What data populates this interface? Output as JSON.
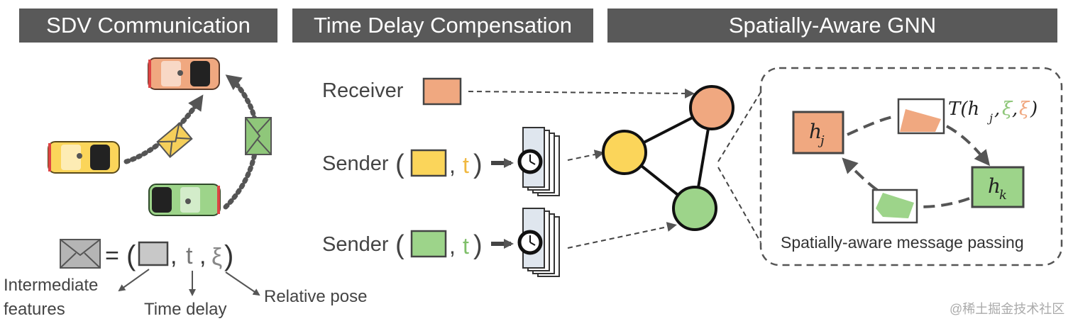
{
  "headers": {
    "sdv": "SDV Communication",
    "tdc": "Time Delay Compensation",
    "gnn": "Spatially-Aware GNN"
  },
  "legend": {
    "equals": "=",
    "open_paren": "(",
    "close_paren": ")",
    "comma": ",",
    "t": "t",
    "xi": "ξ",
    "features_label_line1": "Intermediate",
    "features_label_line2": "features",
    "time_label": "Time delay",
    "pose_label": "Relative pose"
  },
  "tdc": {
    "receiver_label": "Receiver",
    "sender1_label": "Sender",
    "sender2_label": "Sender",
    "t_symbol": "t"
  },
  "gnn": {
    "hj": "h",
    "hj_sub": "j",
    "hk": "h",
    "hk_sub": "k",
    "transform_label": "T(h",
    "transform_sub": "j",
    "transform_xi": "ξ",
    "transform_close": ")",
    "caption": "Spatially-aware message passing"
  },
  "watermark": "@稀土掘金技术社区",
  "colors": {
    "header_bg": "#595959",
    "orange": "#f0a880",
    "yellow": "#fbd55a",
    "green": "#9dd48a",
    "gray": "#c8c8c8",
    "envelope_yellow": "#f5cf5a",
    "envelope_green": "#8fc77a",
    "envelope_gray": "#b5b5b5"
  }
}
